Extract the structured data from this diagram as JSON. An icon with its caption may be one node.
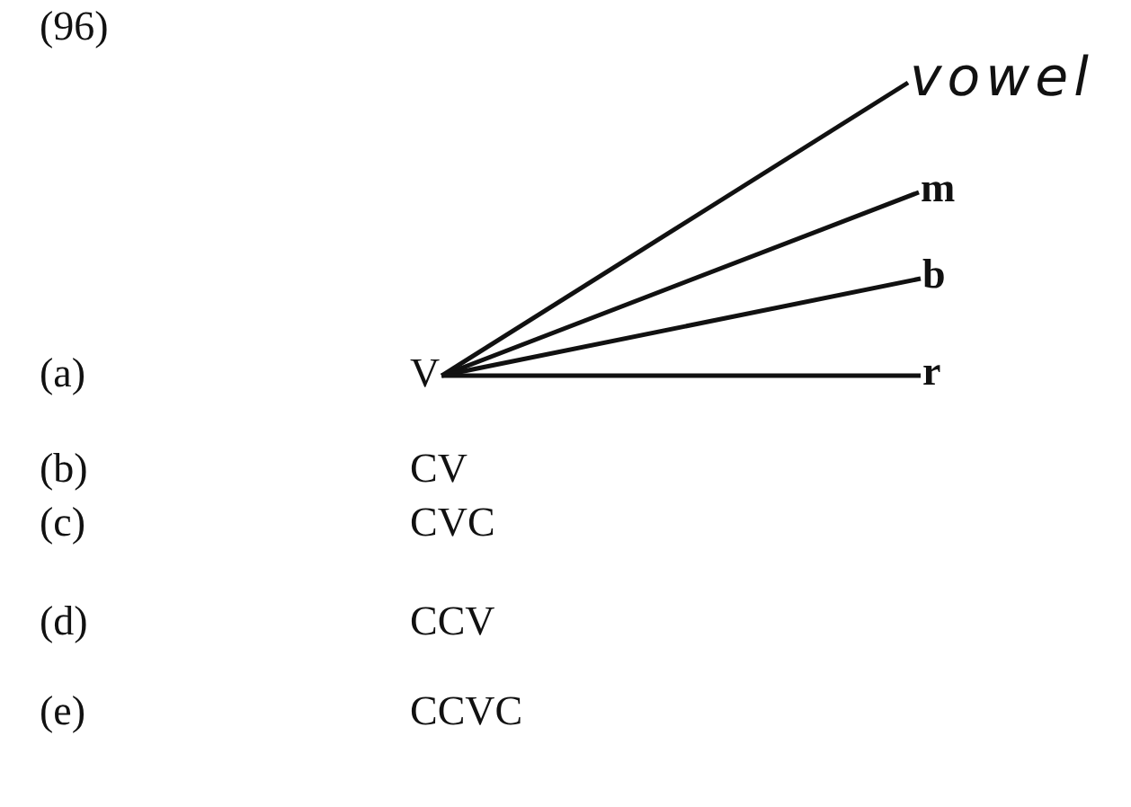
{
  "diagram": {
    "nodes": [
      {
        "text": [
          "V"
        ]
      },
      {
        "text": [
          "vowel"
        ]
      },
      {
        "text": [
          "m"
        ]
      },
      {
        "text": [
          "b"
        ]
      },
      {
        "text": [
          "r"
        ]
      }
    ],
    "edges": [
      {
        "from": 0,
        "to": 1,
        "arrow": "none"
      },
      {
        "from": 0,
        "to": 2,
        "arrow": "none"
      },
      {
        "from": 0,
        "to": 3,
        "arrow": "none"
      },
      {
        "from": 0,
        "to": 4,
        "arrow": "none"
      }
    ],
    "labels": [
      "(96)",
      "(a)",
      "(b)",
      "CV",
      "(c)",
      "CVC",
      "(d)",
      "CCV",
      "(e)",
      "CCVC"
    ]
  }
}
